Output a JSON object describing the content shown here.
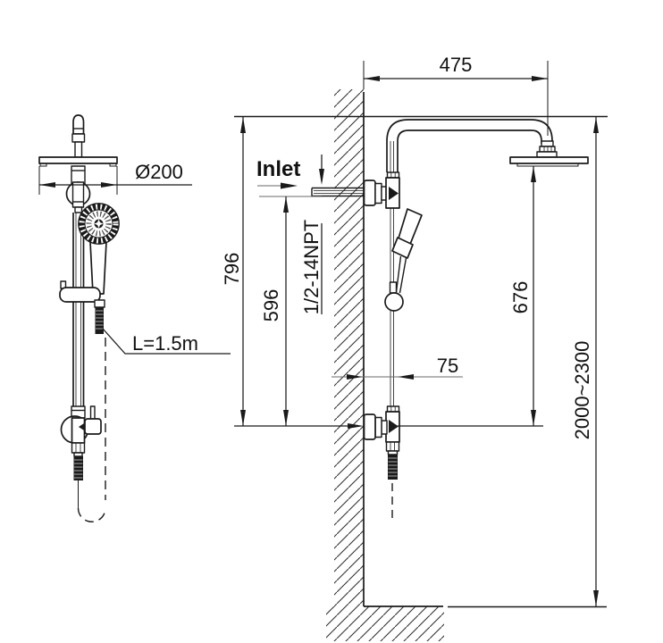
{
  "drawing": {
    "type": "technical installation drawing",
    "product": "wall-mounted shower column with overhead rain shower and hand shower",
    "views": {
      "front_view": "shower column front elevation",
      "side_view": "wall installation side elevation"
    },
    "labels": {
      "head_diameter": "Ø200",
      "hose_length": "L=1.5m",
      "arm_reach": "475",
      "inlet": "Inlet",
      "inlet_thread": "1/2-14NPT",
      "column_height": "796",
      "inlet_height": "596",
      "head_clearance": "676",
      "wall_offset": "75",
      "install_height_range": "2000~2300"
    },
    "colors": {
      "line": "#1a1a1a",
      "dim_line": "#1a1a1a",
      "thin_line": "#6a6a6a",
      "background": "#ffffff"
    }
  }
}
